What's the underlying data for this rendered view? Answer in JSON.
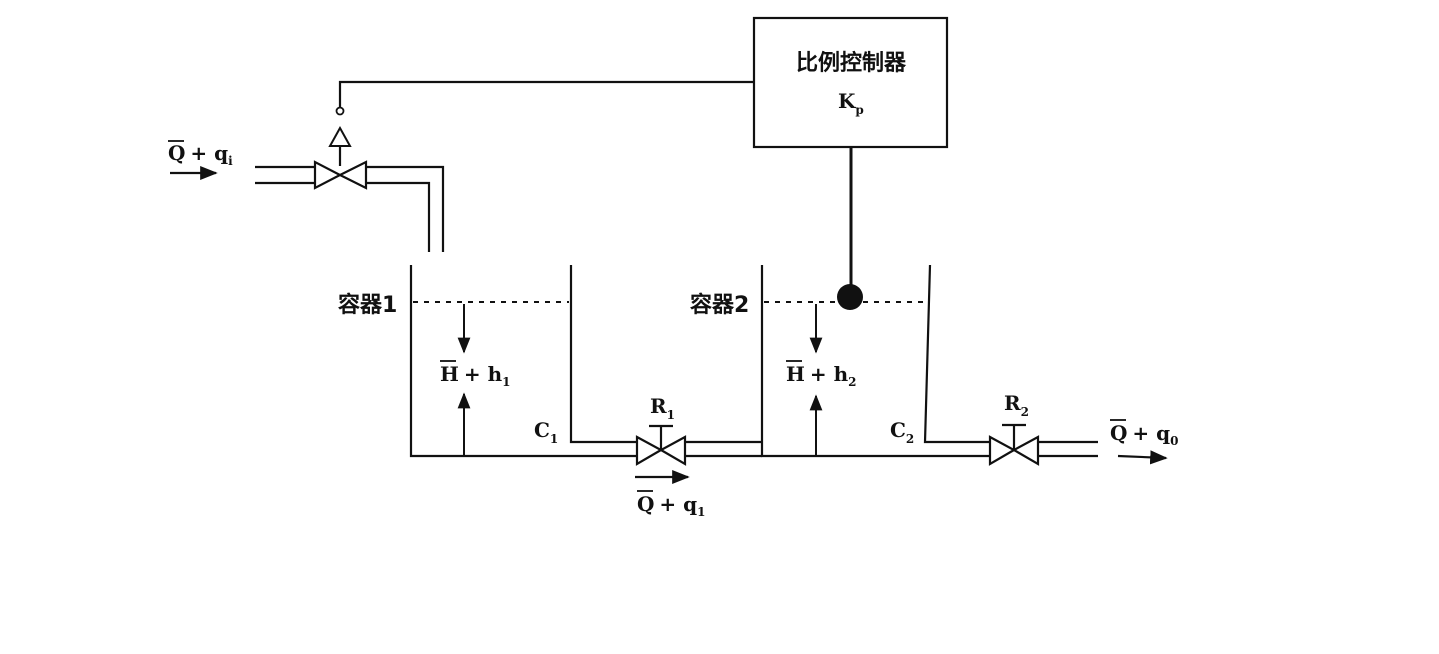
{
  "controller": {
    "title": "比例控制器",
    "gain_main": "K",
    "gain_sub": "p"
  },
  "tank1": {
    "name": "容器1",
    "capacitance_main": "C",
    "capacitance_sub": "1",
    "level_main": "H",
    "level_plus": "+ h",
    "level_sub": "1"
  },
  "tank2": {
    "name": "容器2",
    "capacitance_main": "C",
    "capacitance_sub": "2",
    "level_main": "H",
    "level_plus": "+ h",
    "level_sub": "2"
  },
  "valve1": {
    "resistance_main": "R",
    "resistance_sub": "1"
  },
  "valve2": {
    "resistance_main": "R",
    "resistance_sub": "2"
  },
  "flows": {
    "inflow": {
      "main": "Q",
      "plus": "+ q",
      "sub": "i"
    },
    "middle": {
      "main": "Q",
      "plus": "+ q",
      "sub": "1"
    },
    "outflow": {
      "main": "Q",
      "plus": "+ q",
      "sub": "0"
    }
  }
}
